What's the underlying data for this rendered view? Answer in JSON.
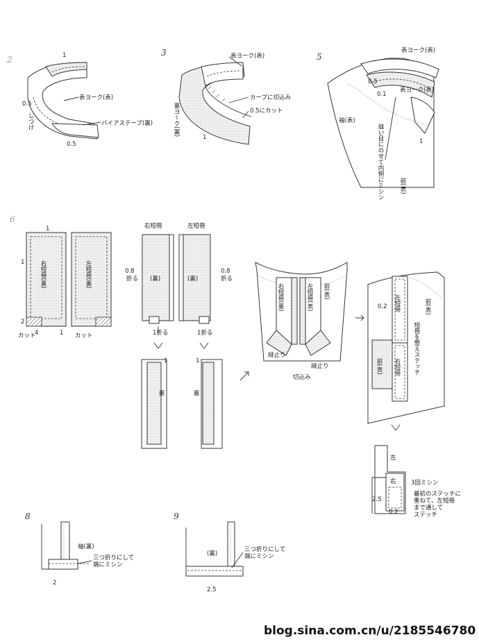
{
  "steps": {
    "s2": {
      "number": "2",
      "seam_1": "1",
      "outer_yoke": "表ヨーク(表)",
      "allowance_left": "0.5",
      "basting": "しつけ",
      "bias_tape": "バイアステープ(裏)",
      "allowance_bottom": "0.5"
    },
    "s3": {
      "number": "3",
      "outer_yoke": "表ヨーク(表)",
      "notch_curve": "カーブに切込み",
      "cut_05": "0.5にカット",
      "inner_yoke": "裏ヨーク(裏)",
      "seam_1": "1"
    },
    "s5": {
      "number": "5",
      "outer_yoke_top": "表ヨーク(表)",
      "allowance_05": "0.5",
      "allowance_01": "0.1",
      "outer_yoke_mid": "表ヨーク(表)",
      "sleeve": "袖(表)",
      "instruction": "縫い目にのせて内側にミシン",
      "seam_1": "1",
      "front": "前(表)"
    },
    "s6": {
      "number": "6",
      "seam_top": "1",
      "seam_side": "1",
      "right_placket": "右短冊(裏)",
      "left_placket": "左短冊(裏)",
      "dim_2": "2",
      "dim_4": "4",
      "dim_1_bottom": "1",
      "cut_left": "カット",
      "cut_right": "カット",
      "right_title": "右短冊",
      "left_title": "左短冊",
      "fold_08_left": "0.8",
      "fold_08_left_word": "折る",
      "fold_08_right": "0.8",
      "fold_08_right_word": "折る",
      "wrong_side_1": "(裏)",
      "wrong_side_2": "(裏)",
      "fold_1_left": "1折る",
      "fold_1_right": "1折る",
      "wrong_after_1": "裏",
      "wrong_after_2": "裏",
      "seam_1_a": "1",
      "seam_1_b": "1",
      "mid_right_placket": "右短冊(裏)",
      "mid_front": "前(表)",
      "mid_left_placket": "左短冊(表)",
      "stop_left": "縫止り",
      "stop_right": "縫止り",
      "notch": "切込み",
      "r_02": "0.2",
      "r_left_placket": "左短冊",
      "r_front_top": "前(表)",
      "r_stitch": "短冊を整えステッチ",
      "r_front_mid": "前(表)",
      "r_right_placket": "右短冊",
      "f_left": "左",
      "f_right": "右",
      "f_triple": "3回ミシン",
      "f_note_1": "最初のステッチに",
      "f_note_2": "重ねて、左短冊",
      "f_note_3": "まで通して",
      "f_note_4": "ステッチ",
      "f_25": "2.5",
      "f_02": "0.2"
    },
    "s8": {
      "number": "8",
      "sleeve": "袖(裏)",
      "instr_1": "三つ折りにして",
      "instr_2": "端にミシン",
      "dim_2": "2"
    },
    "s9": {
      "number": "9",
      "wrong": "(裏)",
      "instr_1": "三つ折りにして",
      "instr_2": "端にミシン",
      "dim_25": "2.5"
    }
  },
  "watermark": "blog.sina.com.cn/u/2185546780"
}
